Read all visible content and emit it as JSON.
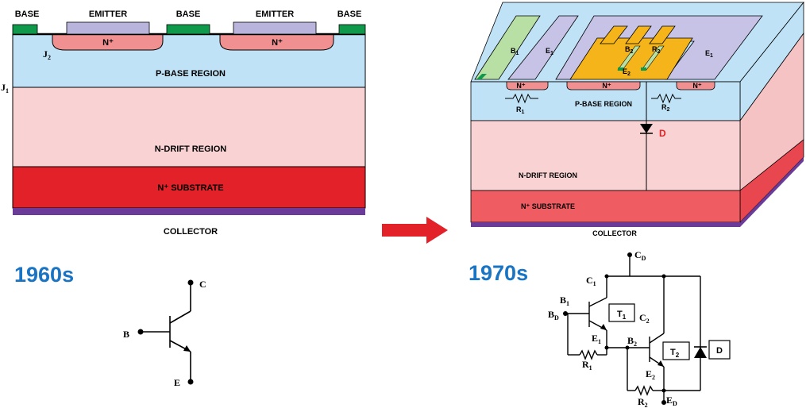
{
  "left_device": {
    "base_labels": [
      "BASE",
      "BASE",
      "BASE"
    ],
    "emitter_labels": [
      "EMITTER",
      "EMITTER"
    ],
    "nplus": [
      "N⁺",
      "N⁺"
    ],
    "j2": "J",
    "j2_sub": "2",
    "j1": "J",
    "j1_sub": "1",
    "p_base": "P-BASE REGION",
    "n_drift": "N-DRIFT REGION",
    "n_substrate": "N⁺ SUBSTRATE",
    "collector": "COLLECTOR"
  },
  "left_era": "1960s",
  "right_era": "1970s",
  "left_symbol": {
    "c": "C",
    "b": "B",
    "e": "E"
  },
  "right_device": {
    "b1": "B",
    "b1_sub": "1",
    "e1a": "E",
    "e1a_sub": "1",
    "b2": "B",
    "b2_sub": "2",
    "r2top": "R",
    "r2top_sub": "2",
    "e2": "E",
    "e2_sub": "2",
    "e1b": "E",
    "e1b_sub": "1",
    "nplus": [
      "N⁺",
      "N⁺",
      "N⁺"
    ],
    "r1": "R",
    "r1_sub": "1",
    "r2": "R",
    "r2_sub": "2",
    "p_base": "P-BASE REGION",
    "diode": "D",
    "n_drift": "N-DRIFT REGION",
    "n_substrate": "N⁺ SUBSTRATE",
    "collector": "COLLECTOR"
  },
  "right_circuit": {
    "cd": "C",
    "cd_sub": "D",
    "c1": "C",
    "c1_sub": "1",
    "b1": "B",
    "b1_sub": "1",
    "bd": "B",
    "bd_sub": "D",
    "t1": "T",
    "t1_sub": "1",
    "c2": "C",
    "c2_sub": "2",
    "e1": "E",
    "e1_sub": "1",
    "b2": "B",
    "b2_sub": "2",
    "t2": "T",
    "t2_sub": "2",
    "d": "D",
    "r1": "R",
    "r1_sub": "1",
    "e2": "E",
    "e2_sub": "2",
    "ed": "E",
    "ed_sub": "D",
    "r2": "R",
    "r2_sub": "2"
  },
  "colors": {
    "p_base": "#bfe2f6",
    "n_drift": "#f9d3d3",
    "n_substrate_left": "#e32129",
    "n_substrate_right": "#ef5d63",
    "metal_collector": "#6b3b9a",
    "base_contact": "#0e9a4a",
    "emitter_contact": "#b9b4dc",
    "nplus": "#f19090",
    "arrow": "#e32129",
    "era_text": "#1a74c4",
    "gold_metal": "#f4b41a"
  }
}
